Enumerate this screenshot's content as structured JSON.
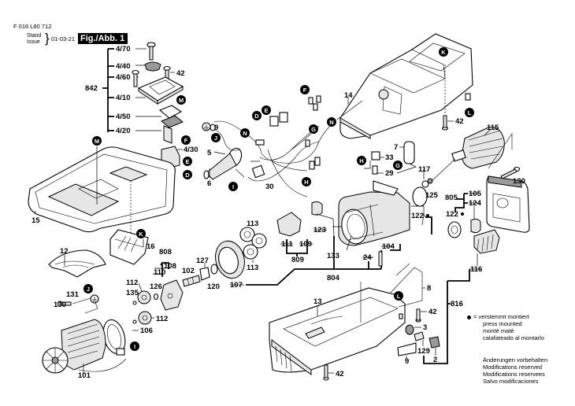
{
  "header": {
    "document_number": "F 016 L80 712",
    "stand_label": "Stand",
    "issue_label": "Issue",
    "date": "01-03-21",
    "figure_title": "Fig./Abb. 1"
  },
  "part_labels": {
    "p4_70": "4/70",
    "p4_40": "4/40",
    "p4_60": "4/60",
    "p42a": "42",
    "p842": "842",
    "p4_10": "4/10",
    "p4_50": "4/50",
    "p4_20": "4/20",
    "p4_30": "4/30",
    "p15": "15",
    "p9a": "9",
    "p5": "5",
    "p6": "6",
    "p30": "30",
    "p14": "14",
    "p42b": "42",
    "p115": "115",
    "p7": "7",
    "p33": "33",
    "p29": "29",
    "p117": "117",
    "p125": "125",
    "p130a": "130",
    "p805": "805",
    "p105": "105",
    "p124": "124",
    "p122a": "122",
    "p122b": "122",
    "p116": "116",
    "p113a": "113",
    "p113b": "113",
    "p123": "123",
    "p111": "111",
    "p109": "109",
    "p809": "809",
    "p133": "133",
    "p104": "104",
    "p24": "24",
    "p804": "804",
    "p16": "16",
    "p12": "12",
    "p808": "808",
    "p108": "108",
    "p110": "110",
    "p127": "127",
    "p102": "102",
    "p120": "120",
    "p107": "107",
    "p112a": "112",
    "p112b": "112",
    "p126": "126",
    "p135": "135",
    "p106": "106",
    "p131": "131",
    "p130b": "130",
    "p101": "101",
    "p13": "13",
    "p8": "8",
    "p816": "816",
    "p42c": "42",
    "p3": "3",
    "p129": "129",
    "p2": "2",
    "p9b": "9",
    "p42d": "42"
  },
  "connector_badges": {
    "K": "K",
    "M": "M",
    "F": "F",
    "E": "E",
    "D": "D",
    "J": "J",
    "N": "N",
    "I": "I",
    "G": "G",
    "H": "H",
    "L": "L"
  },
  "legend": {
    "symbol": "press-mounted-dot",
    "equals": "=",
    "lines": [
      "verstemmt montiert",
      "press mounted",
      "monté maté",
      "calafateado al montarlo"
    ]
  },
  "notes": {
    "lines": [
      "Änderungen vorbehalten",
      "Modifications reserved",
      "Modifications reservees",
      "Salvo modificaciones"
    ]
  }
}
